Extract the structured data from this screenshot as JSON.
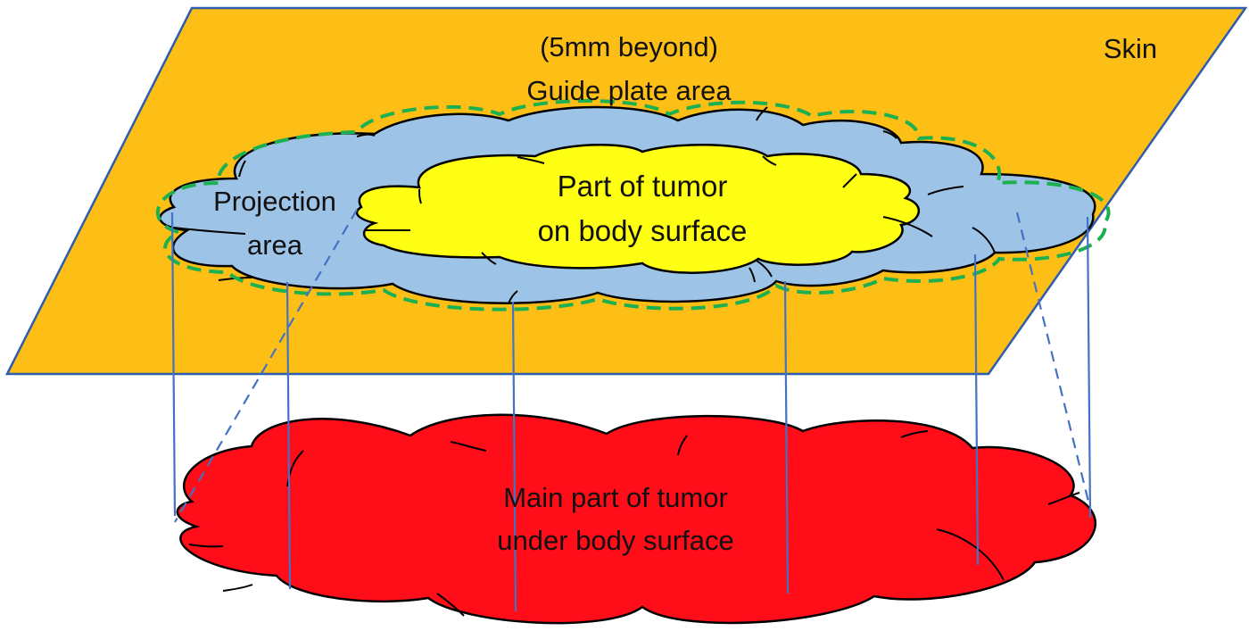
{
  "diagram": {
    "labels": {
      "skin": "Skin",
      "guide_line1": "(5mm beyond)",
      "guide_line2": "Guide plate area",
      "projection_line1": "Projection",
      "projection_line2": "area",
      "surface_line1": "Part of tumor",
      "surface_line2": "on body surface",
      "main_line1": "Main part of tumor",
      "main_line2": "under body surface"
    },
    "colors": {
      "skin_plane": "#FDBE16",
      "skin_border": "#2E5DB0",
      "projection_area": "#9DC3E6",
      "surface_tumor": "#FFFF14",
      "main_tumor": "#FF0D18",
      "guide_dash": "#1DB050",
      "connector": "#4472C4"
    }
  }
}
